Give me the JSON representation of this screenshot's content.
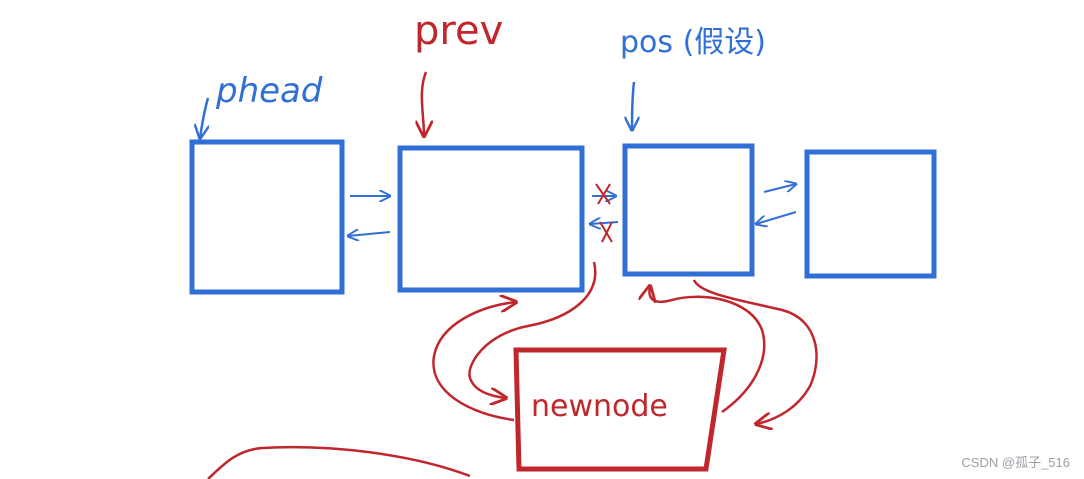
{
  "labels": {
    "phead": "phead",
    "prev": "prev",
    "pos": "pos (假设)",
    "newnode": "newnode"
  },
  "watermark": "CSDN @孤子_516",
  "colors": {
    "node_blue": "#2f6fd6",
    "ink_red": "#c0272d",
    "background": "#ffffff"
  }
}
